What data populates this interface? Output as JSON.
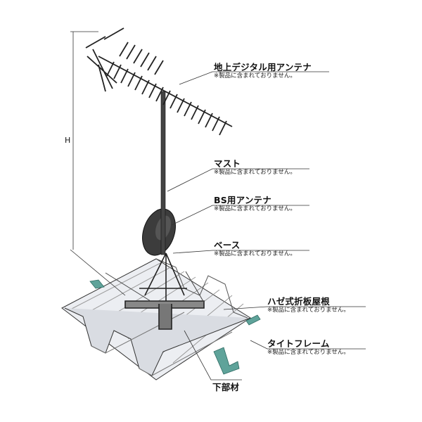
{
  "labels": {
    "antenna": {
      "main": "地上デジタル用アンテナ",
      "note": "※製品に含まれておりません。"
    },
    "mast": {
      "main": "マスト",
      "note": "※製品に含まれておりません。"
    },
    "bs": {
      "main": "BS用アンテナ",
      "note": "※製品に含まれておりません。"
    },
    "base": {
      "main": "ベース",
      "note": "※製品に含まれておりません。"
    },
    "roof": {
      "main": "ハゼ式折板屋根",
      "note": "※製品に含まれておりません。"
    },
    "frame": {
      "main": "タイトフレーム",
      "note": "※製品に含まれておりません。"
    },
    "lower": {
      "main": "下部材"
    }
  },
  "dimension": {
    "height_label": "H"
  },
  "colors": {
    "roof_fill": "#e8eaee",
    "roof_shade": "#cfd3da",
    "frame": "#5fa39a",
    "line": "#222222"
  }
}
